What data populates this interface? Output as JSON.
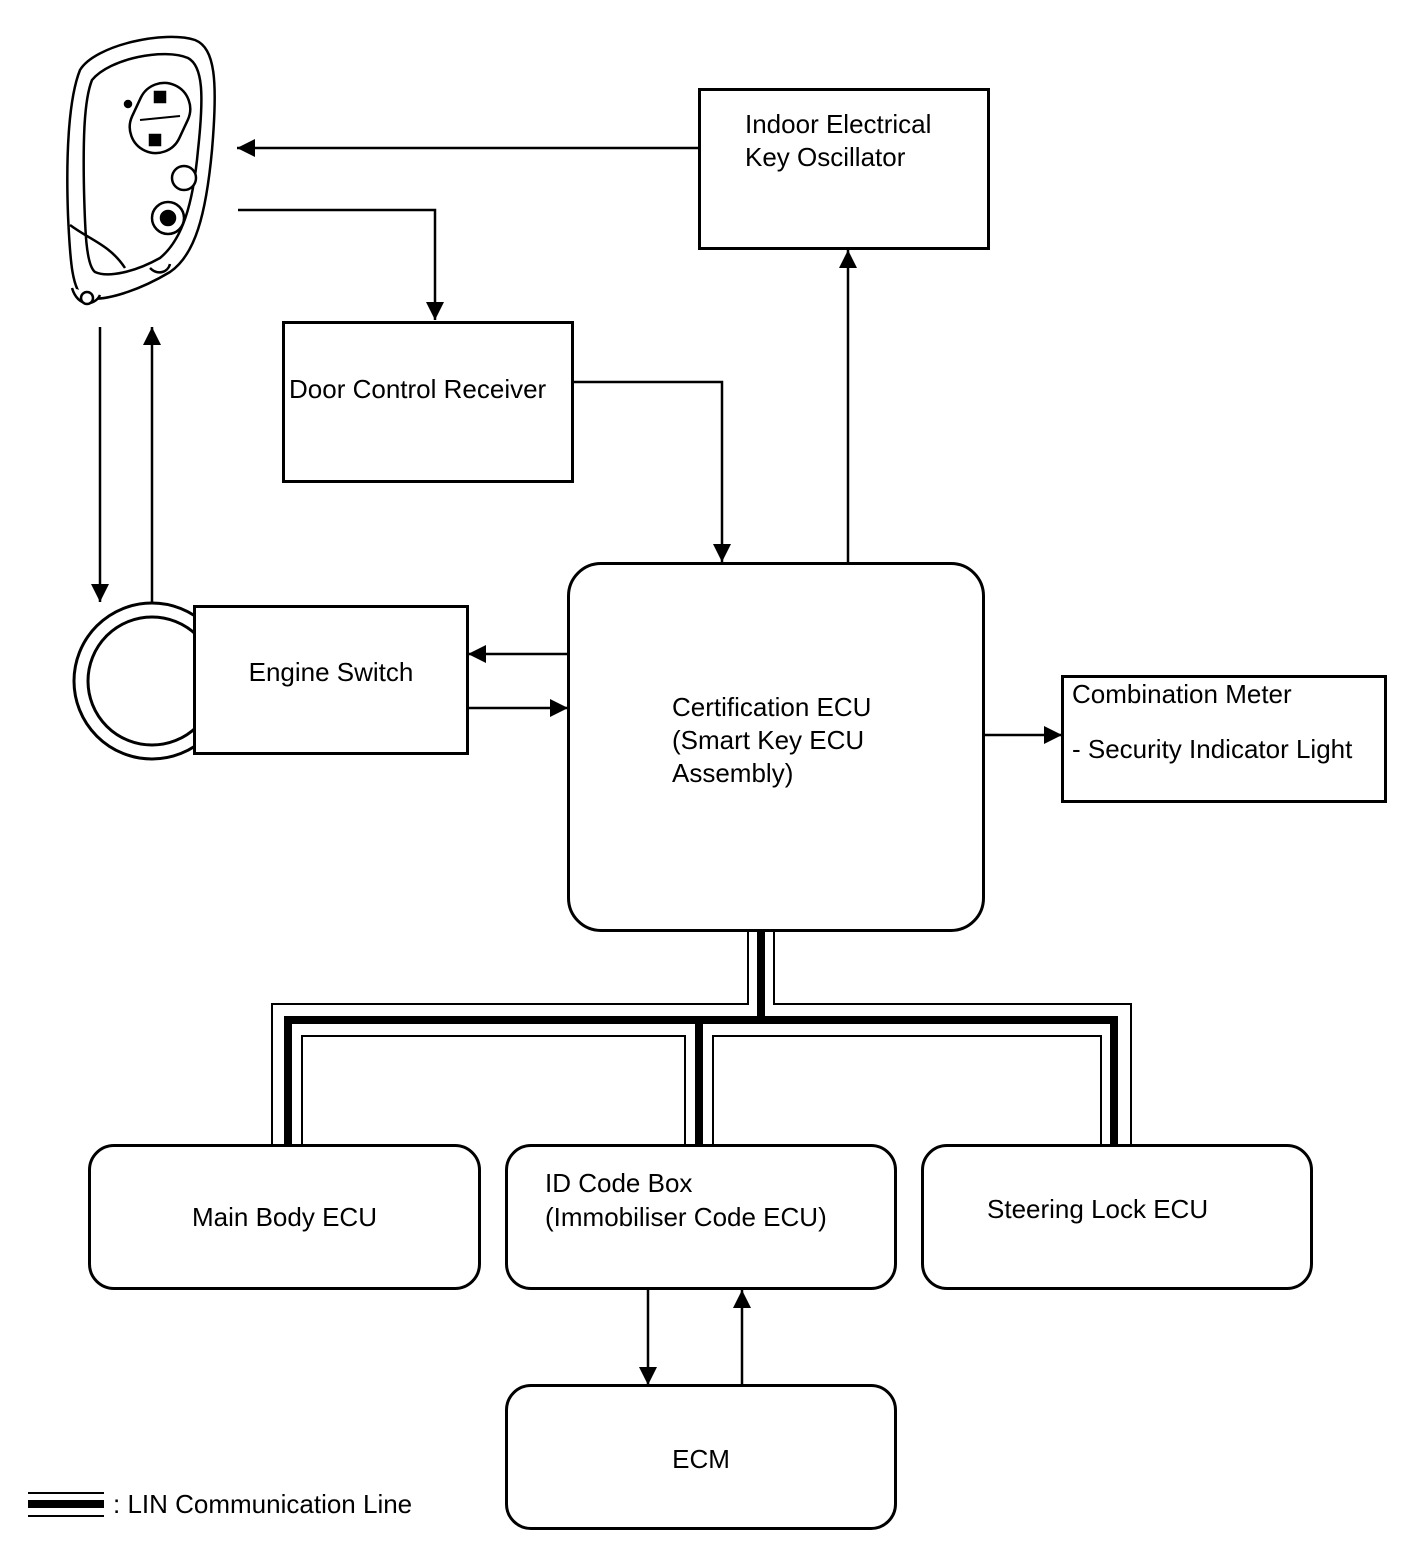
{
  "nodes": {
    "oscillator": {
      "line1": "Indoor Electrical",
      "line2": "Key Oscillator"
    },
    "door_receiver": {
      "label": "Door Control Receiver"
    },
    "engine_switch": {
      "label": "Engine Switch"
    },
    "certification_ecu": {
      "line1": "Certification ECU",
      "line2": "(Smart Key ECU",
      "line3": "Assembly)"
    },
    "combination_meter": {
      "line1": "Combination Meter",
      "line2": "- Security Indicator Light"
    },
    "main_body_ecu": {
      "label": "Main Body ECU"
    },
    "id_code_box": {
      "line1": "ID Code Box",
      "line2": "(Immobiliser Code ECU)"
    },
    "steering_lock_ecu": {
      "label": "Steering Lock ECU"
    },
    "ecm": {
      "label": "ECM"
    }
  },
  "legend": {
    "label": ": LIN Communication Line"
  },
  "icons": {
    "key_fob": "smart-key-fob-icon",
    "engine_switch": "push-start-ring-icon"
  }
}
